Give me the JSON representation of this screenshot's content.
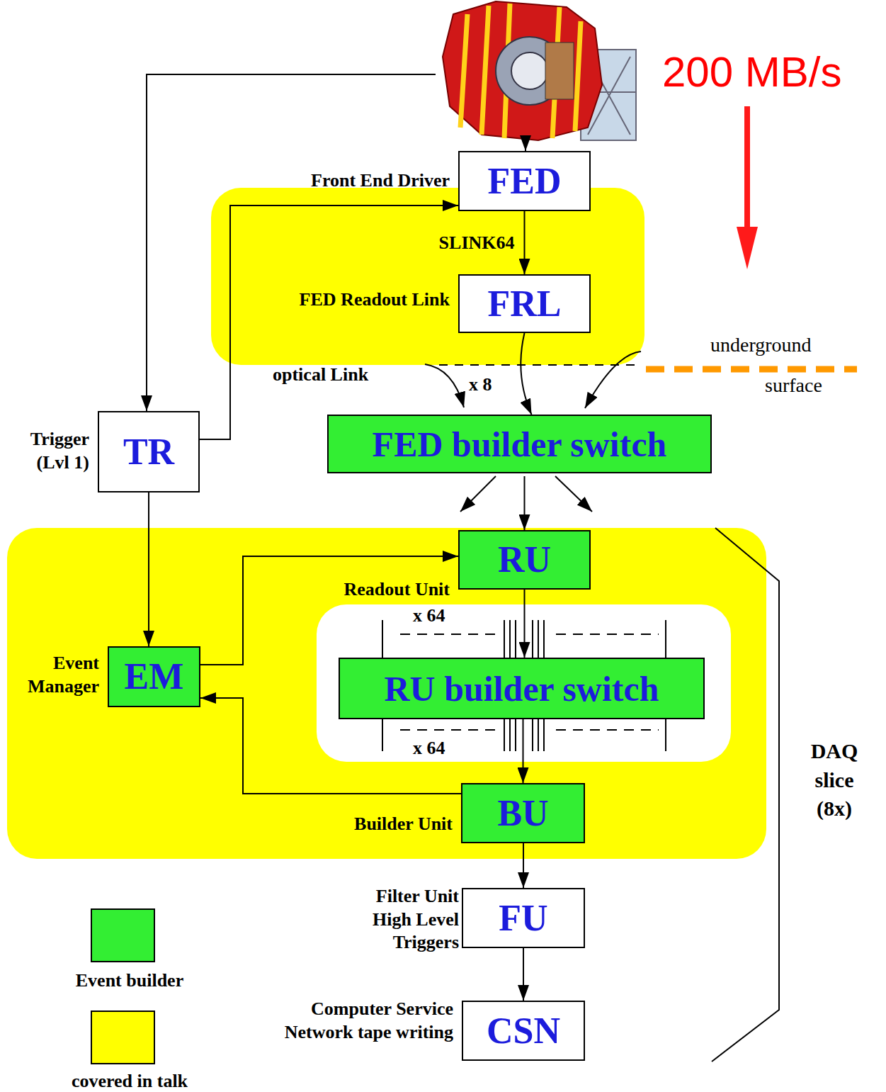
{
  "diagram": {
    "nodes": [
      {
        "text": [
          "Front End Driver",
          "FED"
        ]
      },
      {
        "text": [
          "FED Readout Link",
          "FRL"
        ]
      },
      {
        "text": [
          "Trigger (Lvl 1)",
          "TR"
        ]
      },
      {
        "text": [
          "FED builder switch"
        ]
      },
      {
        "text": [
          "RU",
          "Readout Unit"
        ]
      },
      {
        "text": [
          "Event Manager",
          "EM"
        ]
      },
      {
        "text": [
          "RU builder switch"
        ]
      },
      {
        "text": [
          "Builder Unit",
          "BU"
        ]
      },
      {
        "text": [
          "Filter Unit High Level Triggers",
          "FU"
        ]
      },
      {
        "text": [
          "Computer Service Network tape writing",
          "CSN"
        ]
      }
    ],
    "edges": [
      {
        "from": 2,
        "to": 0,
        "arrow": "to"
      },
      {
        "from": 0,
        "to": 1,
        "label": "SLINK64",
        "arrow": "to"
      },
      {
        "from": 1,
        "to": 3,
        "arrow": "to"
      },
      {
        "from": 3,
        "to": 4,
        "arrow": "to"
      },
      {
        "from": 2,
        "to": 5,
        "arrow": "to"
      },
      {
        "from": 5,
        "to": 4,
        "arrow": "to"
      },
      {
        "from": 4,
        "to": 6,
        "arrow": "to"
      },
      {
        "from": 6,
        "to": 7,
        "arrow": "to"
      },
      {
        "from": 7,
        "to": 5,
        "arrow": "to"
      },
      {
        "from": 7,
        "to": 8,
        "arrow": "to"
      },
      {
        "from": 8,
        "to": 9,
        "arrow": "to"
      }
    ],
    "labels": [
      "200 MB/s",
      "underground",
      "surface",
      "optical Link",
      "x 8",
      "x 64",
      "x 64",
      "DAQ slice (8x)"
    ],
    "legend": [
      {
        "text": "Event builder",
        "color": "#33ee33"
      },
      {
        "text": "covered in talk",
        "color": "#ffff00"
      }
    ]
  }
}
